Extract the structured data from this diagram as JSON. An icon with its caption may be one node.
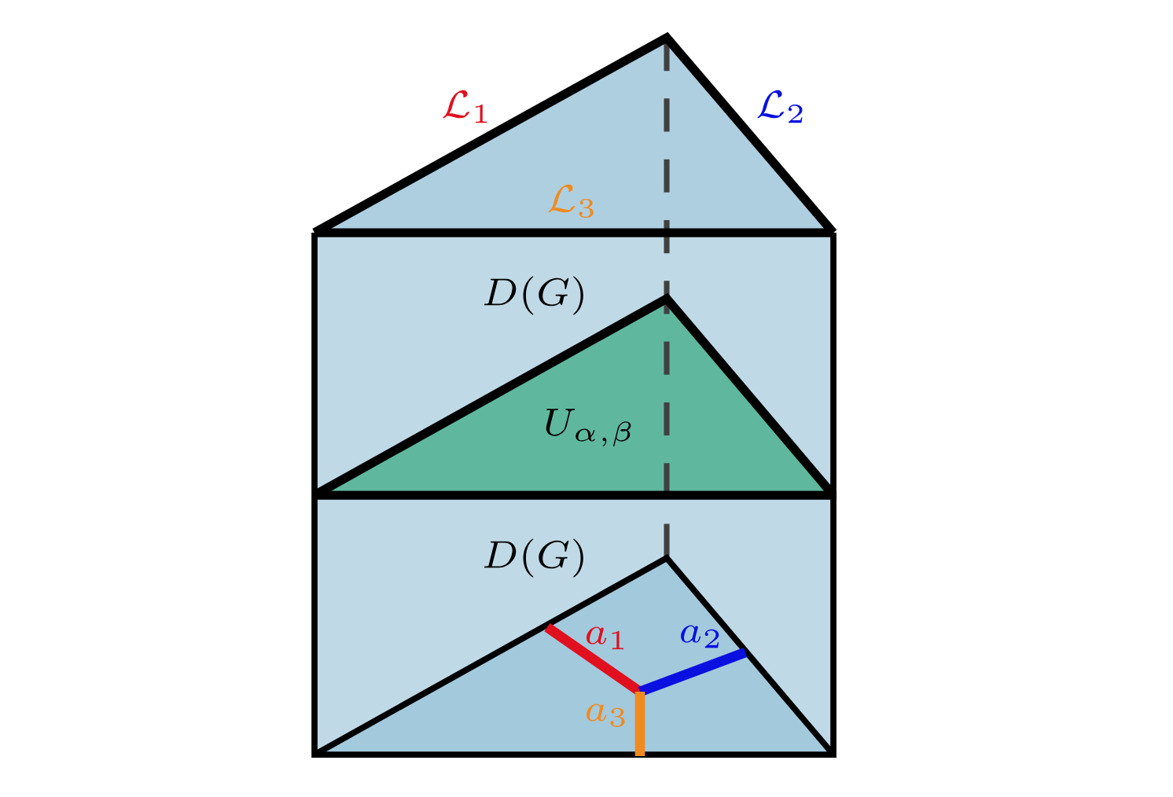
{
  "diagram": {
    "labels": [
      "\\mathcal{L}_1",
      "\\mathcal{L}_2",
      "\\mathcal{L}_3",
      "D(G)",
      "U_{\\alpha,\\beta}",
      "D(G)",
      "a_1",
      "a_2",
      "a_3"
    ]
  }
}
